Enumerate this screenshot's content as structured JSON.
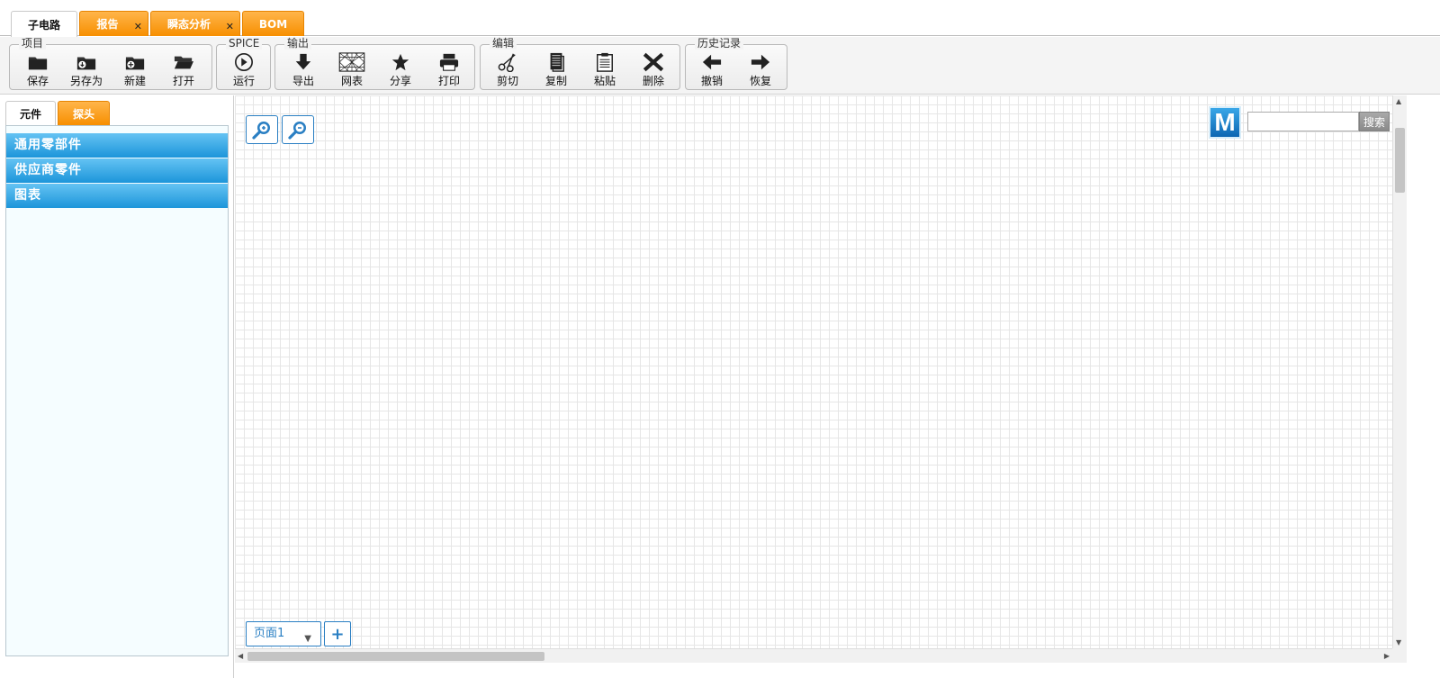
{
  "tabs": [
    {
      "label": "子电路",
      "closable": false,
      "active": true
    },
    {
      "label": "报告",
      "closable": true,
      "active": false
    },
    {
      "label": "瞬态分析",
      "closable": true,
      "active": false
    },
    {
      "label": "BOM",
      "closable": false,
      "active": false
    }
  ],
  "toolbar": {
    "project": {
      "title": "项目",
      "save": "保存",
      "save_as": "另存为",
      "new": "新建",
      "open": "打开"
    },
    "spice": {
      "title": "SPICE",
      "run": "运行"
    },
    "output": {
      "title": "输出",
      "export": "导出",
      "netlist": "网表",
      "share": "分享",
      "print": "打印"
    },
    "edit": {
      "title": "编辑",
      "cut": "剪切",
      "copy": "复制",
      "paste": "粘贴",
      "delete": "删除"
    },
    "history": {
      "title": "历史记录",
      "undo": "撤销",
      "redo": "恢复"
    }
  },
  "left_panel": {
    "tabs": [
      {
        "label": "元件"
      },
      {
        "label": "探头"
      }
    ],
    "categories": [
      {
        "label": "通用零部件"
      },
      {
        "label": "供应商零件"
      },
      {
        "label": "图表"
      }
    ]
  },
  "search": {
    "logo": "M",
    "placeholder": "",
    "button": "搜索"
  },
  "page_selector": {
    "label": "页面1",
    "add": "+"
  }
}
